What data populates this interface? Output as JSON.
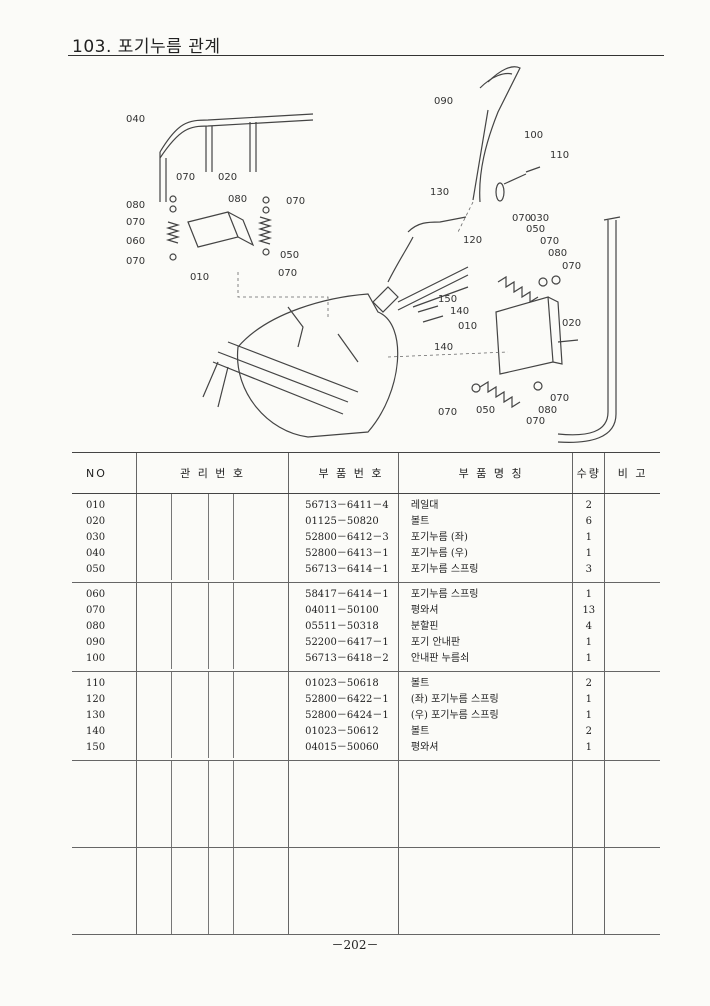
{
  "page_title": "103. 포기누름 관계",
  "diagram_callouts": [
    "040",
    "070",
    "020",
    "080",
    "080",
    "070",
    "070",
    "060",
    "070",
    "010",
    "050",
    "070",
    "090",
    "100",
    "110",
    "130",
    "120",
    "070",
    "030",
    "050",
    "070",
    "080",
    "070",
    "150",
    "140",
    "010",
    "020",
    "140",
    "070",
    "050",
    "080",
    "070"
  ],
  "table": {
    "headers": {
      "no": "NO",
      "mgmt": "관 리 번 호",
      "part_no": "부 품 번 호",
      "name": "부  품  명  칭",
      "qty": "수량",
      "remarks": "비 고"
    },
    "groups": [
      {
        "rows": [
          {
            "no": "010",
            "part_no": "56713－6411－4",
            "name": "레일대",
            "qty": "2"
          },
          {
            "no": "020",
            "part_no": "01125－50820",
            "name": "볼트",
            "qty": "6"
          },
          {
            "no": "030",
            "part_no": "52800－6412－3",
            "name": "포기누름 (좌)",
            "qty": "1"
          },
          {
            "no": "040",
            "part_no": "52800－6413－1",
            "name": "포기누름 (우)",
            "qty": "1"
          },
          {
            "no": "050",
            "part_no": "56713－6414－1",
            "name": "포기누름 스프링",
            "qty": "3"
          }
        ]
      },
      {
        "rows": [
          {
            "no": "060",
            "part_no": "58417－6414－1",
            "name": "포기누름 스프링",
            "qty": "1"
          },
          {
            "no": "070",
            "part_no": "04011－50100",
            "name": "평와셔",
            "qty": "13"
          },
          {
            "no": "080",
            "part_no": "05511－50318",
            "name": "분할핀",
            "qty": "4"
          },
          {
            "no": "090",
            "part_no": "52200－6417－1",
            "name": "포기 안내판",
            "qty": "1"
          },
          {
            "no": "100",
            "part_no": "56713－6418－2",
            "name": "안내판 누름쇠",
            "qty": "1"
          }
        ]
      },
      {
        "rows": [
          {
            "no": "110",
            "part_no": "01023－50618",
            "name": "볼트",
            "qty": "2"
          },
          {
            "no": "120",
            "part_no": "52800－6422－1",
            "name": "(좌) 포기누름 스프링",
            "qty": "1"
          },
          {
            "no": "130",
            "part_no": "52800－6424－1",
            "name": "(우) 포기누름 스프링",
            "qty": "1"
          },
          {
            "no": "140",
            "part_no": "01023－50612",
            "name": "볼트",
            "qty": "2"
          },
          {
            "no": "150",
            "part_no": "04015－50060",
            "name": "평와셔",
            "qty": "1"
          }
        ]
      },
      {
        "rows": []
      },
      {
        "rows": []
      }
    ]
  },
  "page_number": "－202－"
}
